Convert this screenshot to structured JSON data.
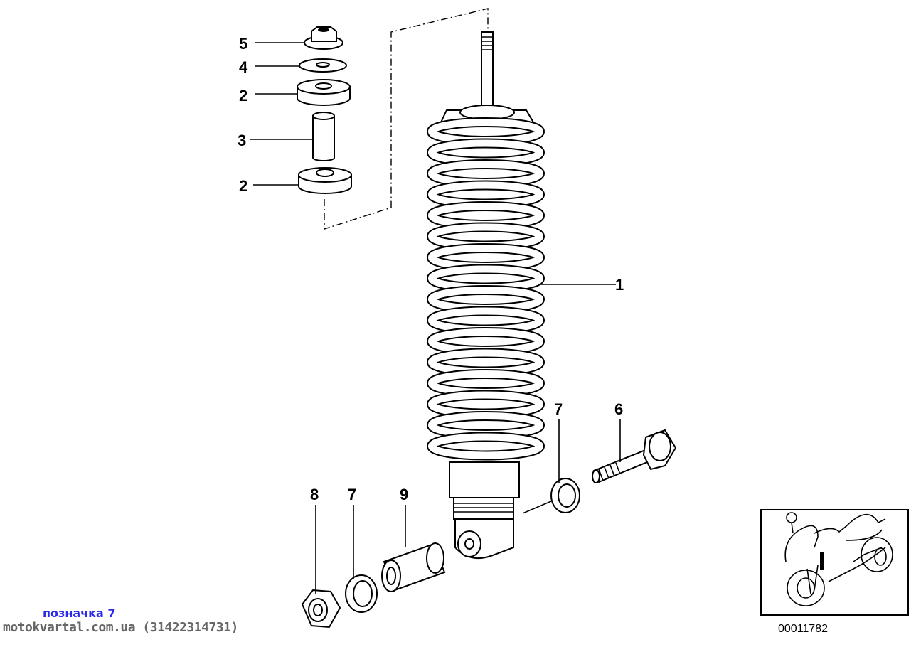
{
  "diagram": {
    "callouts": {
      "p1": "1",
      "p2a": "2",
      "p2b": "2",
      "p3": "3",
      "p4": "4",
      "p5": "5",
      "p6": "6",
      "p7a": "7",
      "p7b": "7",
      "p8": "8",
      "p9": "9"
    },
    "diagram_code": "00011782"
  },
  "watermark": {
    "label": "позначка 7",
    "site": "motokvartal.com.ua (31422314731)"
  }
}
